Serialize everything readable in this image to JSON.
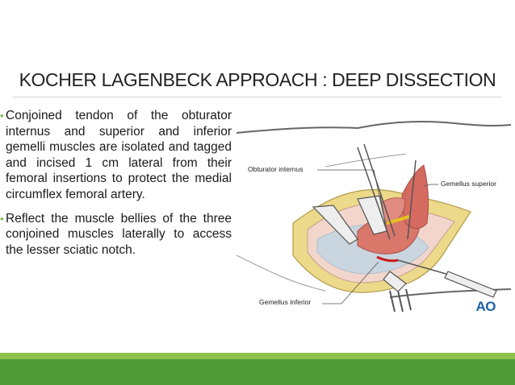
{
  "slide": {
    "title": "KOCHER LAGENBECK APPROACH : DEEP DISSECTION",
    "bullets": [
      "Conjoined tendon of the obturator internus and superior and inferior gemelli muscles are isolated and tagged and incised 1 cm lateral from their femoral insertions to protect the medial circumflex femoral artery.",
      "Reflect the muscle bellies of the three conjoined muscles laterally to access the lesser sciatic notch."
    ],
    "bullet_marker": "•"
  },
  "figure": {
    "labels": {
      "obturator_internus": "Obturator internus",
      "gemellus_superior": "Gemellus superior",
      "gemellus_inferior": "Gemellus inferior"
    },
    "logo": "AO"
  },
  "colors": {
    "accent_green": "#4f9a35",
    "accent_green_light": "#8cc24c",
    "logo_blue": "#1d5fa8",
    "fat_yellow": "#ecd98a",
    "muscle_red": "#d9776b"
  }
}
